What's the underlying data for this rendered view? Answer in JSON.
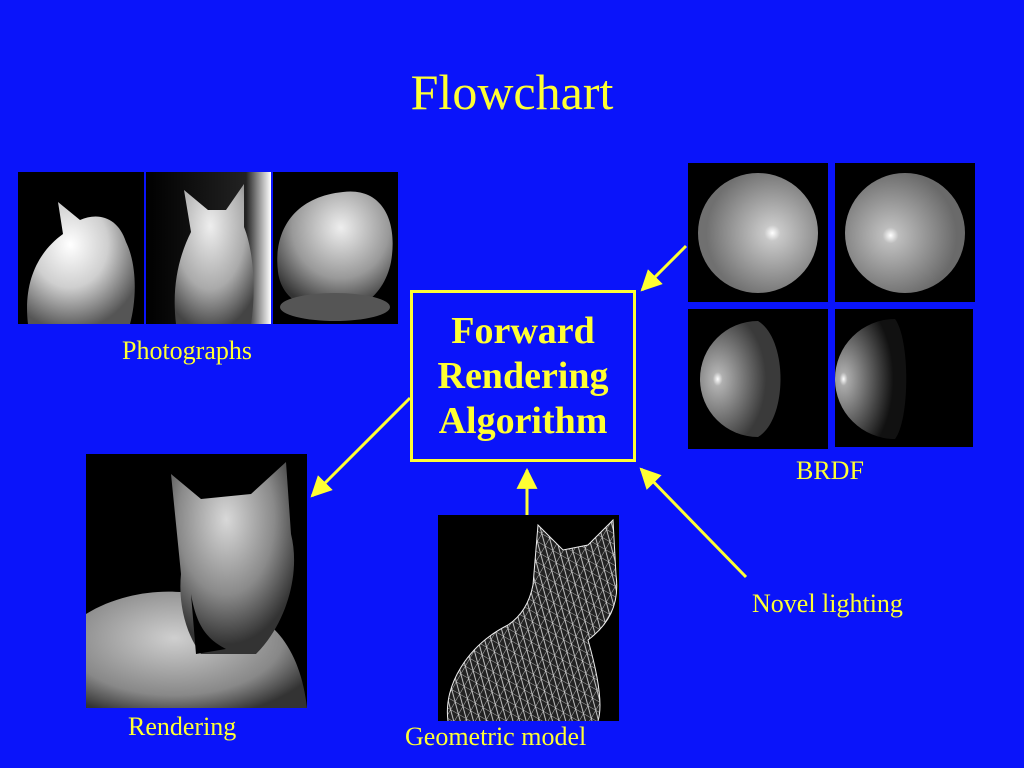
{
  "title": "Flowchart",
  "algorithm_box": {
    "line1": "Forward",
    "line2": "Rendering",
    "line3": "Algorithm"
  },
  "labels": {
    "photographs": "Photographs",
    "brdf": "BRDF",
    "novel_lighting": "Novel lighting",
    "rendering": "Rendering",
    "geometric_model": "Geometric model"
  },
  "colors": {
    "background": "#0a14fa",
    "text_and_arrows": "#ffff33"
  }
}
